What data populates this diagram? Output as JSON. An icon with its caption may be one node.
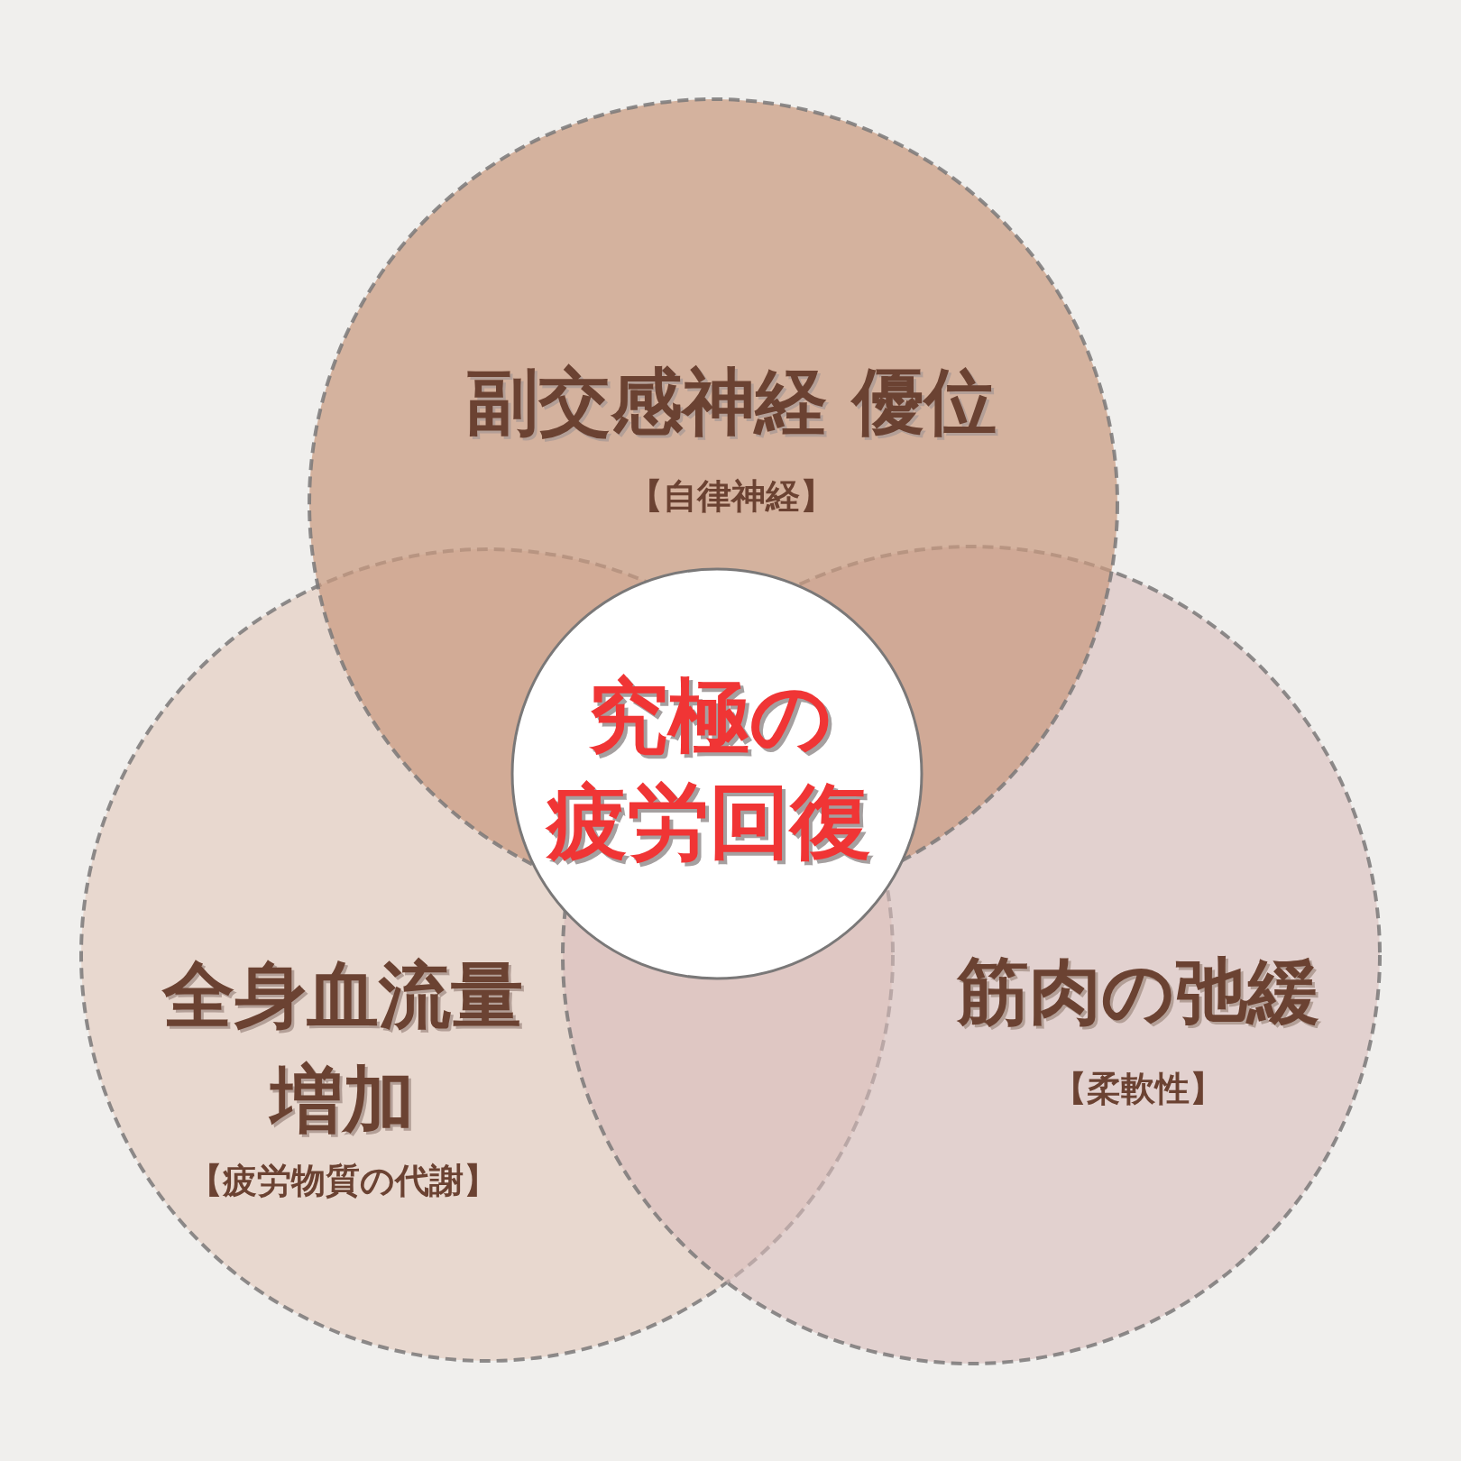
{
  "diagram": {
    "nodes": [
      {
        "text": [
          "副交感神経 優位",
          "【自律神経】"
        ]
      },
      {
        "text": [
          "全身血流量増加",
          "【疲労物質の代謝】"
        ]
      },
      {
        "text": [
          "筋肉の弛緩",
          "【柔軟性】"
        ]
      },
      {
        "text": [
          "究極の疲労回復"
        ]
      }
    ]
  }
}
